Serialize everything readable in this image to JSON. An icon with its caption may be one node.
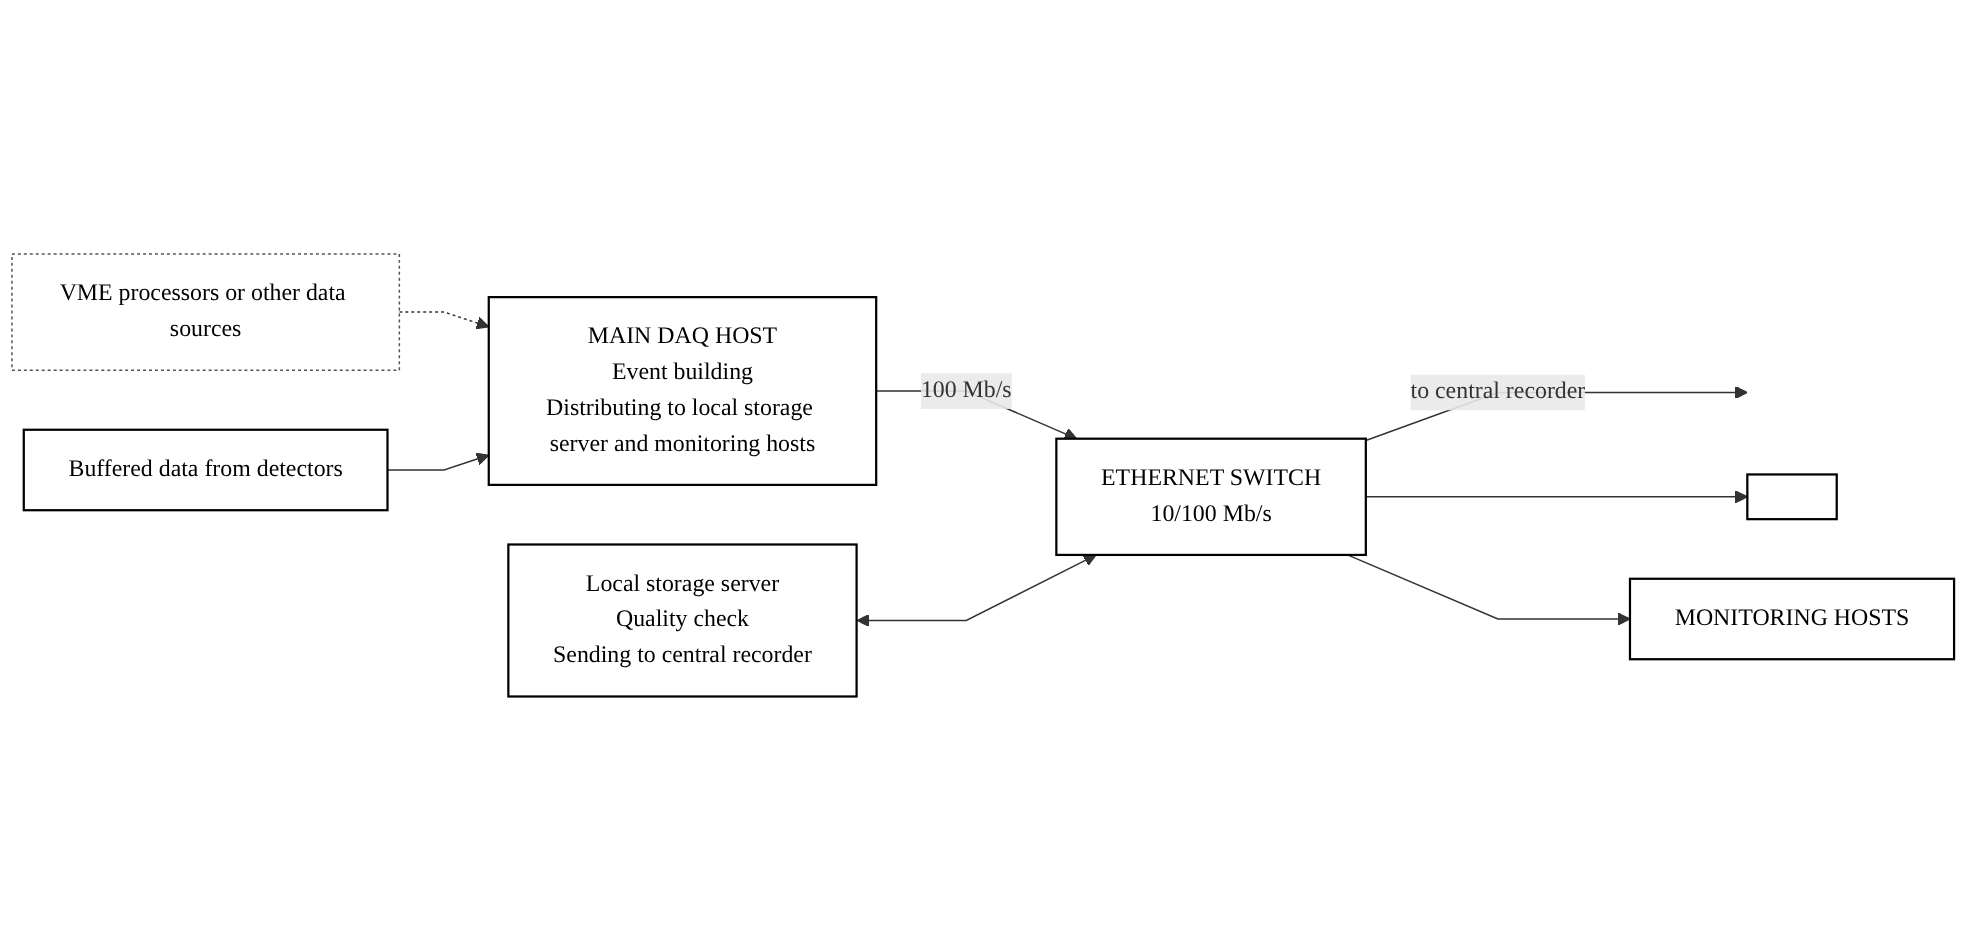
{
  "diagram": {
    "nodes": [
      {
        "text": [
          "VME processors or other data sources"
        ]
      },
      {
        "text": [
          "Buffered data from detectors"
        ]
      },
      {
        "text": [
          "MAIN DAQ HOST",
          "Event building",
          "Distributing to local storage server and monitoring hosts"
        ]
      },
      {
        "text": [
          "ETHERNET SWITCH",
          "10/100 Mb/s"
        ]
      },
      {
        "text": [],
        "shape": "box"
      },
      {
        "text": [
          "MONITORING HOSTS"
        ]
      },
      {
        "text": [
          "Local storage server",
          "Quality check",
          "Sending to central recorder"
        ]
      }
    ],
    "edges": [
      {
        "from": 0,
        "to": 2,
        "arrow": "to",
        "style": "dashed"
      },
      {
        "from": 1,
        "to": 2,
        "arrow": "to"
      },
      {
        "from": 2,
        "to": 3,
        "arrow": "to",
        "label": "100 Mb/s"
      },
      {
        "from": 3,
        "to": null,
        "arrow": "to",
        "label": "to central recorder"
      },
      {
        "from": 3,
        "to": 4,
        "arrow": "to"
      },
      {
        "from": 3,
        "to": 5,
        "arrow": "to"
      },
      {
        "from": 6,
        "to": 3,
        "arrow": "both"
      }
    ]
  }
}
